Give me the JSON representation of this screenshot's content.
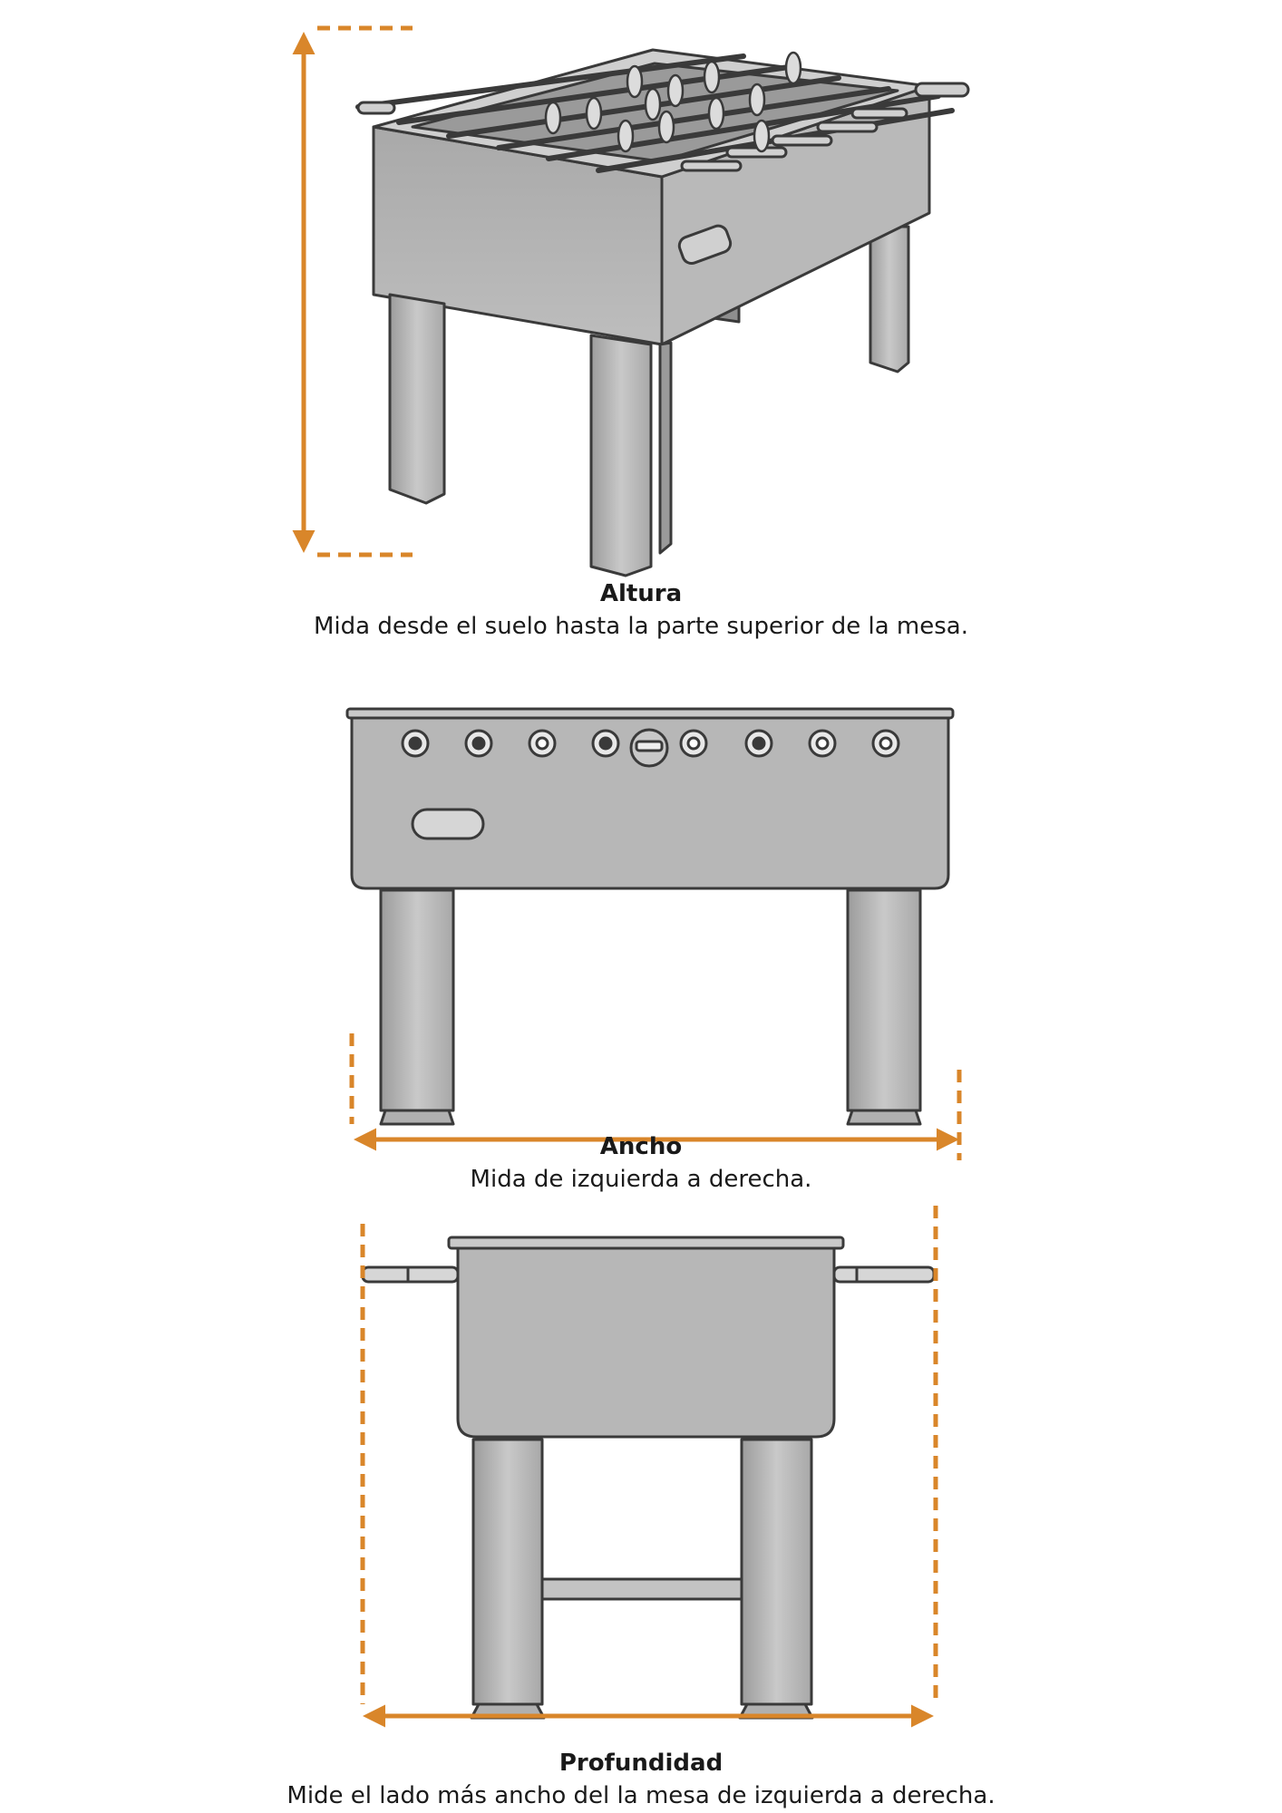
{
  "colors": {
    "accent": "#d9862a",
    "table_fill": "#b7b7b7",
    "table_dark": "#8e8e8e",
    "table_light": "#d3d3d3",
    "outline": "#3a3a3a"
  },
  "sections": [
    {
      "title": "Altura",
      "description": "Mida desde el suelo hasta la parte superior de la mesa."
    },
    {
      "title": "Ancho",
      "description": "Mida de izquierda a derecha."
    },
    {
      "title": "Profundidad",
      "description": "Mide el lado más ancho del la mesa de izquierda a derecha."
    }
  ]
}
